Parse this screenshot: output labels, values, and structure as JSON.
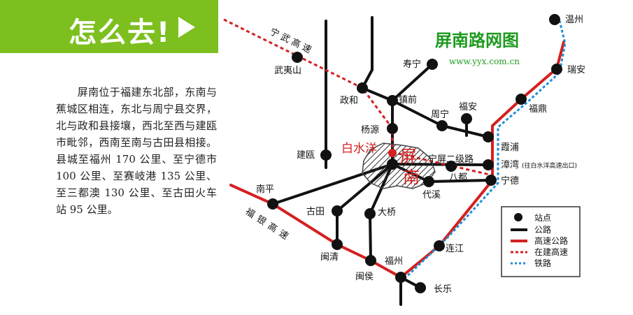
{
  "header": {
    "title": "怎么去!"
  },
  "intro": {
    "text": "　　屏南位于福建东北部，东南与蕉城区相连，东北与周宁县交界，北与政和县接壤，西北至西与建瓯市毗邻，西南至南与古田县相接。县城至福州 170 公里、至宁德市 100 公里、至赛岐港 135 公里、至三都澳 130 公里、至古田火车站 95 公里。"
  },
  "map": {
    "title": "屏南路网图",
    "url": "www.yyx.com.cn",
    "center_label_1": "屏",
    "center_label_2": "南",
    "baishuiyang_label": "白水洋",
    "road_labels": {
      "ningwu": "宁武高速",
      "fuyin": "福银高速",
      "ningping": "宁屏二级路"
    },
    "stations": {
      "wenzhou": "温州",
      "ruian": "瑞安",
      "fuding": "福鼎",
      "xiapu": "霞浦",
      "zhangwan": "漳湾",
      "zhangwan_note": "(往白水洋高速出口)",
      "ningde": "宁德",
      "lianjiang": "连江",
      "changle": "长乐",
      "fuzhou": "福州",
      "minhou": "闽侯",
      "minqing": "闽清",
      "gutian": "古田",
      "daqiao": "大桥",
      "daixi": "代溪",
      "badu": "八都",
      "shouning": "寿宁",
      "fuan": "福安",
      "zhouning": "周宁",
      "zhenqian": "镇前",
      "zhenghe": "政和",
      "yangyuan": "杨源",
      "wuyishan": "武夷山",
      "jianou": "建瓯",
      "nanping": "南平"
    },
    "colors": {
      "road": "#111111",
      "highway": "#d42020",
      "highway_construction": "#d42020",
      "railway": "#1e8fd6",
      "accent_green": "#7cbf1f",
      "title_green": "#1f9a1f"
    }
  },
  "legend": {
    "station": "站点",
    "road": "公路",
    "highway": "高速公路",
    "construction": "在建高速",
    "railway": "铁路"
  }
}
